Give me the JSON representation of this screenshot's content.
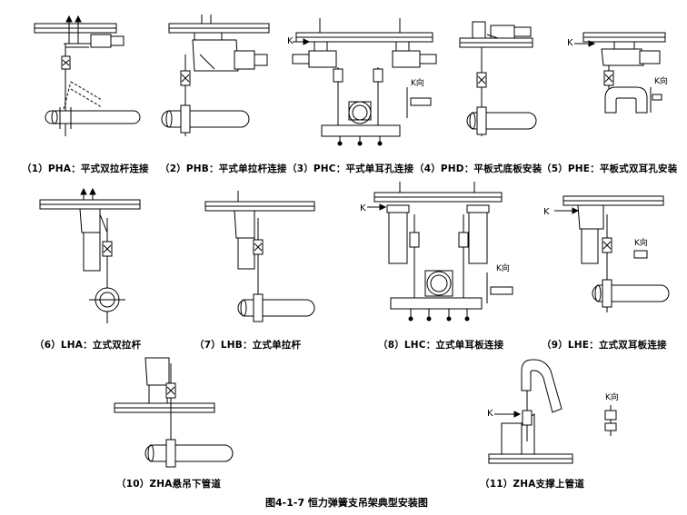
{
  "figure_title": "图4-1-7   恒力弹簧支吊架典型安装图",
  "captions": [
    "（1）PHA：平式双拉杆连接",
    "（2）PHB：平式单拉杆连接",
    "（3）PHC：平式单耳孔连接",
    "（4）PHD：平板式底板安装",
    "（5）PHE：平板式双耳孔安装",
    "（6）LHA：立式双拉杆",
    "（7）LHB：立式单拉杆",
    "（8）LHC：立式单耳板连接",
    "（9）LHE：立式双耳板连接",
    "（10）ZHA悬吊下管道",
    "（11）ZHA支撑上管道"
  ],
  "labels": {
    "k": "K",
    "k_view": "K向"
  }
}
